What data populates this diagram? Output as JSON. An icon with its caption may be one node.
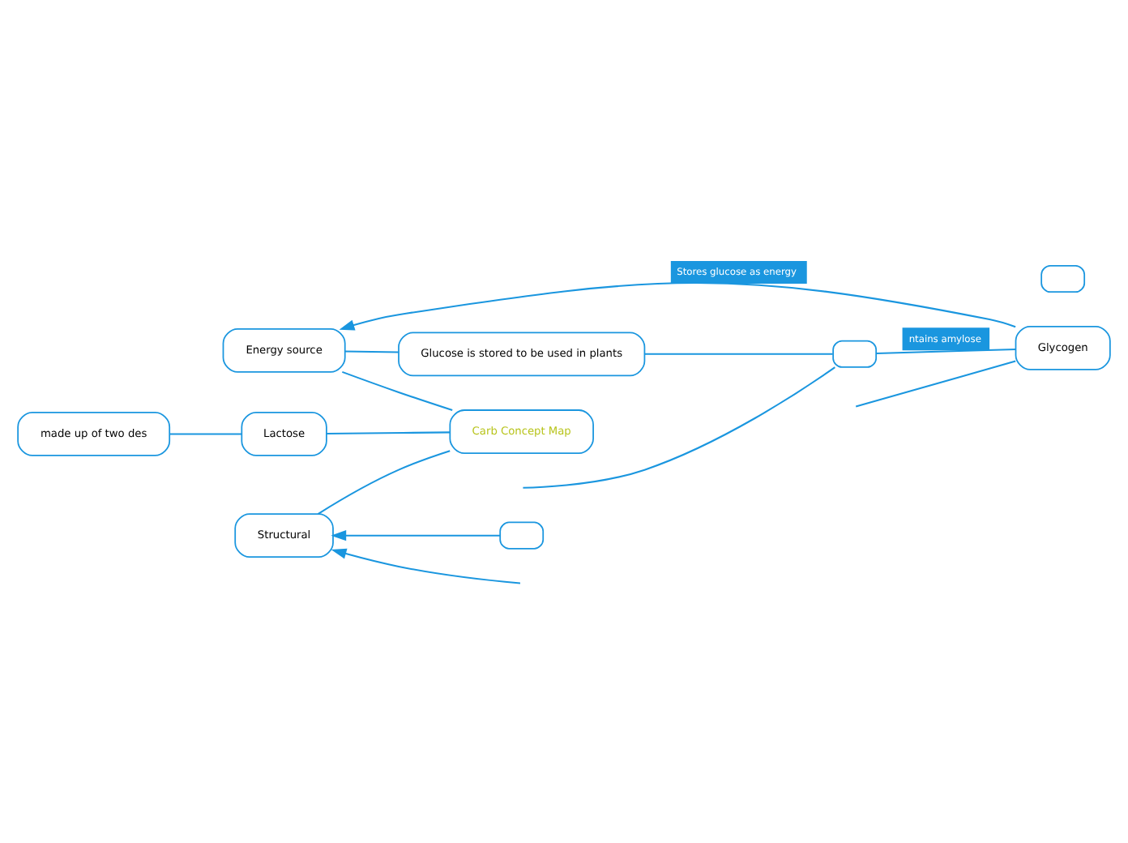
{
  "diagram": {
    "nodes": [
      {
        "text": [
          "Carb Concept Map"
        ]
      },
      {
        "text": [
          "Lactose"
        ]
      },
      {
        "text": [
          "made up of two des"
        ]
      },
      {
        "text": [
          "Glycogen"
        ]
      },
      {
        "text": [
          "Energy source"
        ]
      },
      {
        "text": [
          "Glucose is stored to be used in plants"
        ]
      },
      {
        "text": [],
        "shape": "box"
      },
      {
        "text": [],
        "shape": "box"
      },
      {
        "text": [
          "Structural"
        ]
      },
      {
        "text": [],
        "shape": "box"
      }
    ],
    "edges": [
      {
        "from": 0,
        "to": 1,
        "arrow": "none"
      },
      {
        "from": 1,
        "to": 2,
        "arrow": "none"
      },
      {
        "from": 0,
        "to": 4,
        "arrow": "none"
      },
      {
        "from": 0,
        "to": 8,
        "arrow": "none"
      },
      {
        "from": 3,
        "to": 4,
        "arrow": "to",
        "label": "Stores glucose as energy"
      },
      {
        "from": 5,
        "to": 4,
        "arrow": "none"
      },
      {
        "from": 6,
        "to": 5,
        "arrow": "none"
      },
      {
        "from": 3,
        "to": 6,
        "arrow": "none",
        "label": "ntains amylose"
      },
      {
        "from": 3,
        "to": null,
        "arrow": "none"
      },
      {
        "from": 6,
        "to": null,
        "arrow": "none"
      },
      {
        "from": 9,
        "to": 8,
        "arrow": "to"
      },
      {
        "from": null,
        "to": 8,
        "arrow": "to"
      }
    ]
  }
}
